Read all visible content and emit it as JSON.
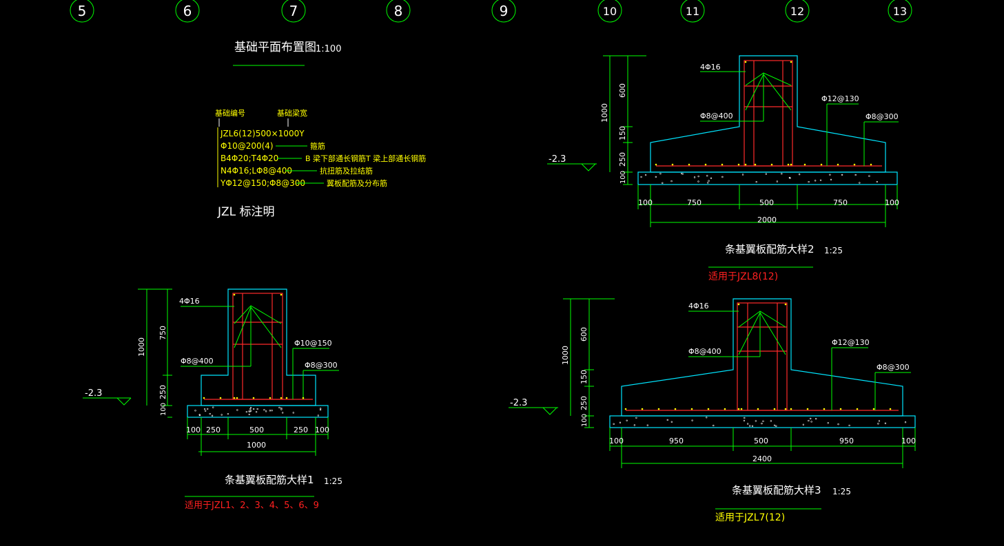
{
  "grid_axes": [
    "5",
    "6",
    "7",
    "8",
    "9",
    "10",
    "11",
    "12",
    "13"
  ],
  "plan": {
    "title": "基础平面布置图",
    "scale": "1:100"
  },
  "legend": {
    "head_code": "基础编号",
    "head_size": "基础梁宽",
    "line1": "JZL6(12)500×1000Y",
    "line2": "Φ10@200(4)",
    "line2_note": "箍筋",
    "line3": "B4Φ20;T4Φ20",
    "line3_note": "B  梁下部通长钢筋T  梁上部通长钢筋",
    "line4": "N4Φ16;LΦ8@400",
    "line4_note": "抗扭筋及拉结筋",
    "line5": "YΦ12@150;Φ8@300",
    "line5_note": "翼板配筋及分布筋",
    "caption": "JZL 标注明"
  },
  "detail1": {
    "title": "条基翼板配筋大样1",
    "scale": "1:25",
    "applies": "适用于JZL1、2、3、4、5、6、9",
    "top_bars": "4Φ16",
    "tie": "Φ8@400",
    "stirrup": "Φ10@150",
    "dist": "Φ8@300",
    "elev": "-2.3",
    "h_total": "1000",
    "h_web": "750",
    "h_flange": "250",
    "h_pad": "100",
    "d_left_pad": "100",
    "d_left": "250",
    "d_web": "500",
    "d_right": "250",
    "d_right_pad": "100",
    "d_total": "1000"
  },
  "detail2": {
    "title": "条基翼板配筋大样2",
    "scale": "1:25",
    "applies": "适用于JZL8(12)",
    "top_bars": "4Φ16",
    "tie": "Φ8@400",
    "main": "Φ12@130",
    "dist": "Φ8@300",
    "elev": "-2.3",
    "h_total": "1000",
    "h_web": "600",
    "h_slope": "150",
    "h_flange": "250",
    "h_pad": "100",
    "d_left_pad": "100",
    "d_left": "750",
    "d_web": "500",
    "d_right": "750",
    "d_right_pad": "100",
    "d_total": "2000"
  },
  "detail3": {
    "title": "条基翼板配筋大样3",
    "scale": "1:25",
    "applies": "适用于JZL7(12)",
    "top_bars": "4Φ16",
    "tie": "Φ8@400",
    "main": "Φ12@130",
    "dist": "Φ8@300",
    "elev": "-2.3",
    "h_total": "1000",
    "h_web": "600",
    "h_slope": "150",
    "h_flange": "250",
    "h_pad": "100",
    "d_left_pad": "100",
    "d_left": "950",
    "d_web": "500",
    "d_right": "950",
    "d_right_pad": "100",
    "d_total": "2400"
  },
  "colors": {
    "background": "#000000",
    "outline": "#00e5ff",
    "rebar": "#ff2a2a",
    "dimension": "#00ff00",
    "text": "#ffffff",
    "legend_text": "#ffff00",
    "applies1": "#ff2020",
    "applies2": "#ff2020",
    "applies3": "#ffff00"
  }
}
